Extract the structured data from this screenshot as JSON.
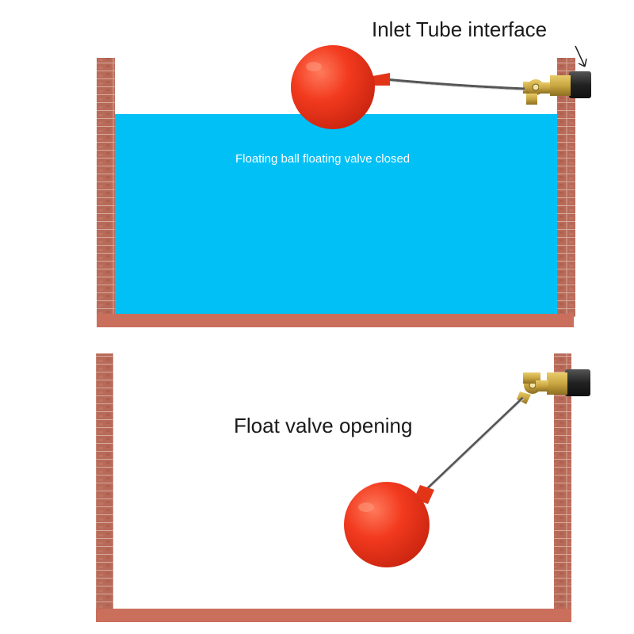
{
  "labels": {
    "inlet_tube_interface": "Inlet Tube interface",
    "closed_state": "Floating ball floating valve closed",
    "open_state": "Float valve opening"
  },
  "colors": {
    "water": "#00c0f6",
    "brick": "#b86a58",
    "brick_mortar": "#d7a99c",
    "tank_floor": "#c96f5c",
    "float_ball": "#f23a1e",
    "brass_valve": "#c9a640",
    "inlet_pipe": "#2a2a2a"
  },
  "states": [
    {
      "name": "closed",
      "water": "full"
    },
    {
      "name": "open",
      "water": "empty"
    }
  ]
}
